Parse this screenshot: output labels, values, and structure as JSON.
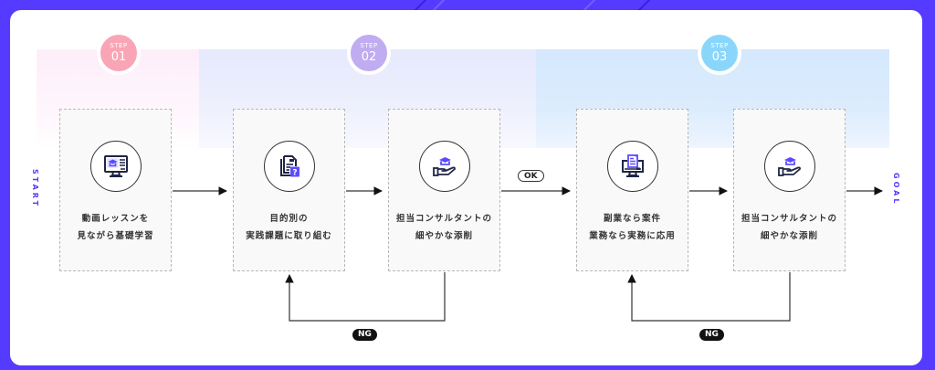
{
  "colors": {
    "background": "#553bff",
    "accent": "#553bff",
    "step1": "#f9a5b6",
    "step2": "#c0acf0",
    "step3": "#8ad6fb",
    "icon_accent": "#5b4bff",
    "icon_dark": "#1f2544"
  },
  "start_label": "START",
  "goal_label": "GOAL",
  "steps": [
    {
      "label": "STEP",
      "number": "01"
    },
    {
      "label": "STEP",
      "number": "02"
    },
    {
      "label": "STEP",
      "number": "03"
    }
  ],
  "boxes": [
    {
      "icon": "monitor-graduation-cap-icon",
      "line1": "動画レッスンを",
      "line2": "見ながら基礎学習"
    },
    {
      "icon": "documents-question-icon",
      "line1": "目的別の",
      "line2": "実践課題に取り組む"
    },
    {
      "icon": "hand-graduation-cap-icon",
      "line1": "担当コンサルタントの",
      "line2": "細やかな添削"
    },
    {
      "icon": "monitor-document-icon",
      "line1": "副業なら案件",
      "line2": "業務なら実務に応用"
    },
    {
      "icon": "hand-graduation-cap-icon",
      "line1": "担当コンサルタントの",
      "line2": "細やかな添削"
    }
  ],
  "ok_label": "OK",
  "ng_labels": [
    "NG",
    "NG"
  ]
}
